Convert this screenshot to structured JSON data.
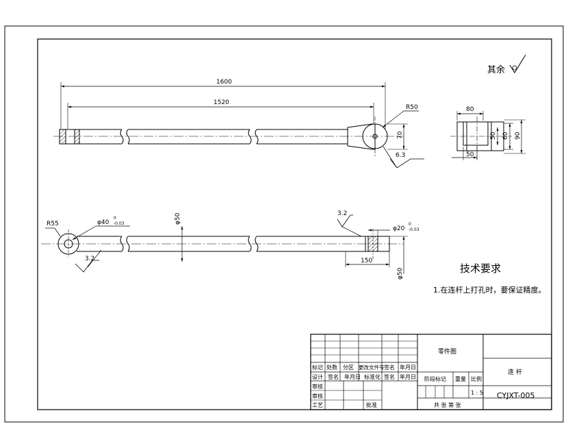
{
  "roughness": {
    "label": "其余"
  },
  "top_view": {
    "dim_total": "1600",
    "dim_inner": "1520",
    "radius": "R50",
    "height": "70",
    "roughness": "6.3"
  },
  "side_view": {
    "dim_w80": "80",
    "dim_50": "50",
    "dim_60": "60",
    "dim_90": "90",
    "dim_w50": "50"
  },
  "front_view": {
    "radius": "R55",
    "hole_dia": "φ40",
    "hole_tol_upper": "0",
    "hole_tol_lower": "-0.03",
    "roughness_left": "3.2",
    "rod_dia": "φ50",
    "roughness_right": "3.2",
    "pin_dia": "φ20",
    "pin_tol_upper": "0",
    "pin_tol_lower": "-0.03",
    "length_150": "150",
    "end_dia": "φ50"
  },
  "tech_req": {
    "title": "技术要求",
    "item1": "1.在连杆上打孔时，要保证精度。"
  },
  "title_block": {
    "part_drawing": "零件图",
    "part_name": "连 杆",
    "h_mark": "标记",
    "h_count": "处数",
    "h_zone": "分区",
    "h_doc": "更改文件号",
    "h_sign": "签名",
    "h_date": "年月日",
    "h_design": "设计",
    "h_sign2": "签名",
    "h_date2": "年月日",
    "h_std": "标准化",
    "h_sign3": "签名",
    "h_date3": "年月日",
    "h_stage": "阶段标记",
    "h_weight": "重量",
    "h_scale": "比例",
    "h_check": "审核",
    "h_process": "工艺",
    "h_approve": "批准",
    "h_audit": "审核",
    "scale": "1 : 5",
    "drawing_no": "CYJXT-005",
    "sheets": "共 张 第 张"
  }
}
